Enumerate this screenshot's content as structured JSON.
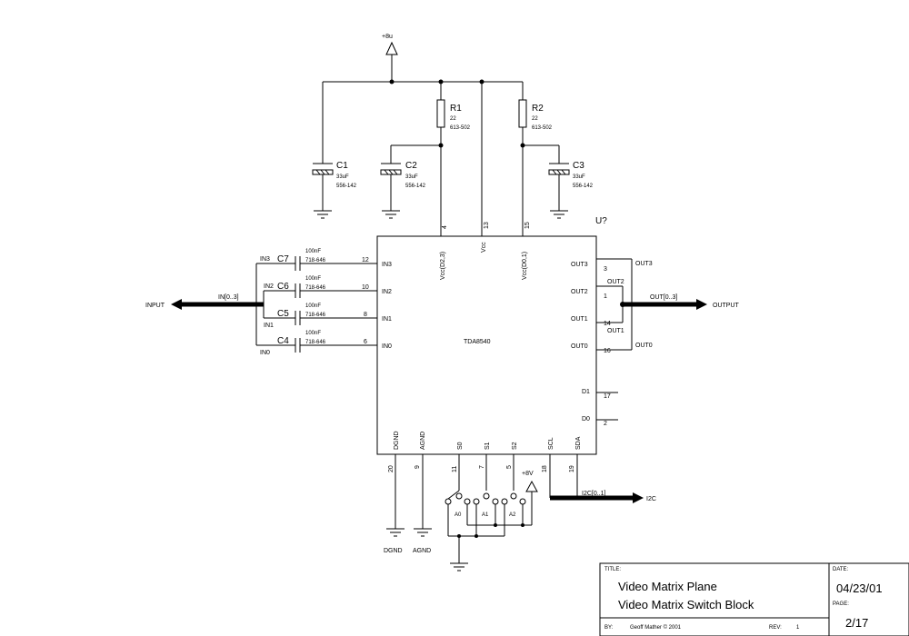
{
  "schematic": {
    "power_rail": "+8u",
    "resistors": [
      {
        "ref": "R1",
        "value": "22",
        "part": "613-502"
      },
      {
        "ref": "R2",
        "value": "22",
        "part": "613-502"
      }
    ],
    "capacitors_supply": [
      {
        "ref": "C1",
        "value": "33uF",
        "part": "556-142"
      },
      {
        "ref": "C2",
        "value": "33uF",
        "part": "556-142"
      },
      {
        "ref": "C3",
        "value": "33uF",
        "part": "556-142"
      }
    ],
    "capacitors_input": [
      {
        "ref": "C7",
        "value": "100nF",
        "part": "718-646",
        "net": "IN3",
        "pin": "12",
        "pin_name": "IN3"
      },
      {
        "ref": "C6",
        "value": "100nF",
        "part": "718-646",
        "net": "IN2",
        "pin": "10",
        "pin_name": "IN2"
      },
      {
        "ref": "C5",
        "value": "100nF",
        "part": "718-646",
        "net": "IN1",
        "pin": "8",
        "pin_name": "IN1"
      },
      {
        "ref": "C4",
        "value": "100nF",
        "part": "718-646",
        "net": "IN0",
        "pin": "6",
        "pin_name": "IN0"
      }
    ],
    "ic": {
      "ref": "U?",
      "name": "TDA8540",
      "top_pins": [
        {
          "num": "4",
          "name": "Vcc(D2,3)"
        },
        {
          "num": "13",
          "name": "Vcc"
        },
        {
          "num": "15",
          "name": "Vcc(D0,1)"
        }
      ],
      "right_pins": [
        {
          "num": "3",
          "name": "OUT3"
        },
        {
          "num": "1",
          "name": "OUT2"
        },
        {
          "num": "14",
          "name": "OUT1"
        },
        {
          "num": "16",
          "name": "OUT0"
        },
        {
          "num": "17",
          "name": "D1"
        },
        {
          "num": "2",
          "name": "D0"
        }
      ],
      "bottom_pins": [
        {
          "num": "20",
          "name": "DGND"
        },
        {
          "num": "9",
          "name": "AGND"
        },
        {
          "num": "11",
          "name": "S0"
        },
        {
          "num": "7",
          "name": "S1"
        },
        {
          "num": "5",
          "name": "S2"
        },
        {
          "num": "18",
          "name": "SCL"
        },
        {
          "num": "19",
          "name": "SDA"
        }
      ]
    },
    "output_nets": [
      "OUT3",
      "OUT2",
      "OUT1",
      "OUT0"
    ],
    "buses": {
      "input_bus": "IN[0..3]",
      "input_port": "INPUT",
      "output_bus": "OUT[0..3]",
      "output_port": "OUTPUT",
      "i2c_bus": "I2C[0..1]",
      "i2c_port": "I2C"
    },
    "jumpers": [
      "A0",
      "A1",
      "A2"
    ],
    "jumper_supply": "+8V",
    "ground_labels": [
      "DGND",
      "AGND"
    ]
  },
  "title_block": {
    "title_label": "TITLE:",
    "title_line1": "Video Matrix Plane",
    "title_line2": "Video Matrix Switch Block",
    "date_label": "DATE:",
    "date": "04/23/01",
    "page_label": "PAGE:",
    "page": "2/17",
    "by_label": "BY:",
    "author": "Geoff Mather © 2001",
    "rev_label": "REV:",
    "rev": "1"
  }
}
